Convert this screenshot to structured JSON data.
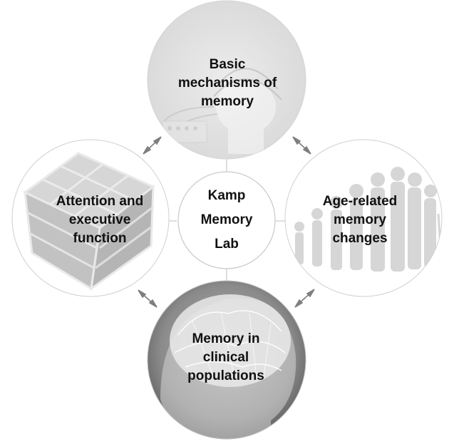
{
  "center": {
    "label": "Kamp\nMemory\nLab"
  },
  "topics": {
    "top": {
      "label": "Basic\nmechanisms of\nmemory",
      "image": "eeg-cap-head-icon"
    },
    "left": {
      "label": "Attention and\nexecutive\nfunction",
      "image": "rubiks-cube-icon"
    },
    "right": {
      "label": "Age-related\nmemory\nchanges",
      "image": "human-aging-silhouettes-icon"
    },
    "bottom": {
      "label": "Memory in\nclinical\npopulations",
      "image": "brain-head-icon"
    }
  },
  "colors": {
    "circle_border": "#c8c8c8",
    "arrow": "#7f7f7f",
    "text": "#111111"
  }
}
